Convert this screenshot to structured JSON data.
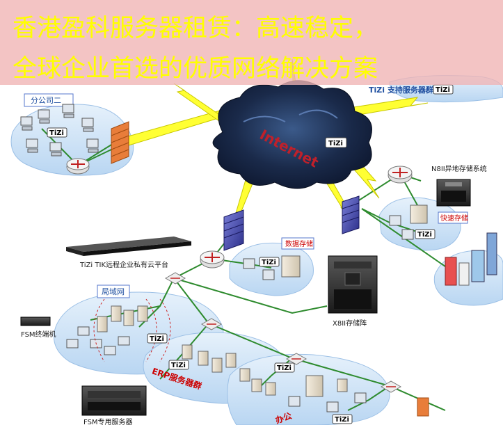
{
  "banner": {
    "line1": "香港盈科服务器租赁：高速稳定，",
    "line2": "全球企业首选的优质网络解决方案"
  },
  "labels": {
    "branch2": "分公司二",
    "support_servers": "TiZi 支持服务器群",
    "cloud_text": "Internet",
    "tizi": "TiZi",
    "n8_storage": "N8II异地存储系统",
    "data_storage": "数据存储",
    "fast_storage": "快速存储",
    "tik_platform": "TiZi TIK远程企业私有云平台",
    "lan": "局域网",
    "x8_storage": "X8II存储阵",
    "fsm_terminal": "FSM终端机",
    "erp_servers": "ERP服务器群",
    "fsm_server": "FSM专用服务器",
    "office": "办公"
  },
  "colors": {
    "banner_bg": "#f0b4b4",
    "banner_text": "#ffff00",
    "lightning": "#ffff33",
    "network_line": "#2e8b2e",
    "cloud": "#1a2a4a",
    "zone_blue": "#cfe3f7",
    "label_red": "#cc0000",
    "label_blue": "#1f4fa0"
  }
}
